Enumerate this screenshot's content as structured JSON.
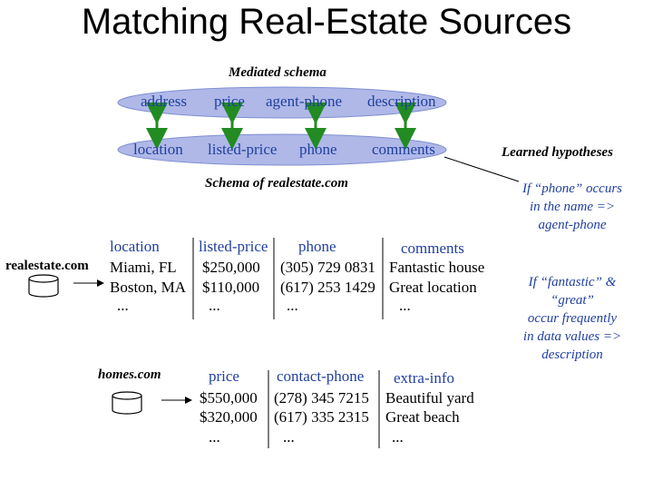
{
  "title": "Matching Real-Estate Sources",
  "mediated_schema": {
    "label": "Mediated schema",
    "attributes": [
      "address",
      "price",
      "agent-phone",
      "description"
    ]
  },
  "source_schema": {
    "label": "Schema of realestate.com",
    "attributes": [
      "location",
      "listed-price",
      "phone",
      "comments"
    ]
  },
  "learned_hypotheses": {
    "label": "Learned hypotheses",
    "h1": [
      "If “phone” occurs",
      "in the name =>",
      "agent-phone"
    ],
    "h2": [
      "If “fantastic” &",
      "“great”",
      "occur frequently",
      "in data values =>",
      "description"
    ]
  },
  "realestate": {
    "name": "realestate.com",
    "headers": [
      "location",
      "listed-price",
      "phone",
      "comments"
    ],
    "rows": [
      [
        "Miami, FL",
        "$250,000",
        "(305) 729 0831",
        "Fantastic house"
      ],
      [
        "Boston, MA",
        "$110,000",
        "(617) 253 1429",
        "Great location"
      ],
      [
        "...",
        "...",
        "...",
        "..."
      ]
    ]
  },
  "homes": {
    "name": "homes.com",
    "headers": [
      "price",
      "contact-phone",
      "extra-info"
    ],
    "rows": [
      [
        "$550,000",
        "(278) 345 7215",
        "Beautiful yard"
      ],
      [
        "$320,000",
        "(617) 335 2315",
        "Great beach"
      ],
      [
        "...",
        "...",
        "..."
      ]
    ]
  },
  "colors": {
    "ellipse_fill": "#b0b8e8",
    "text_blue": "#1f3f9f",
    "arrow_green": "#228b22"
  },
  "icons": [
    "database-icon",
    "database-icon",
    "arrow-right-icon",
    "arrow-right-icon"
  ]
}
